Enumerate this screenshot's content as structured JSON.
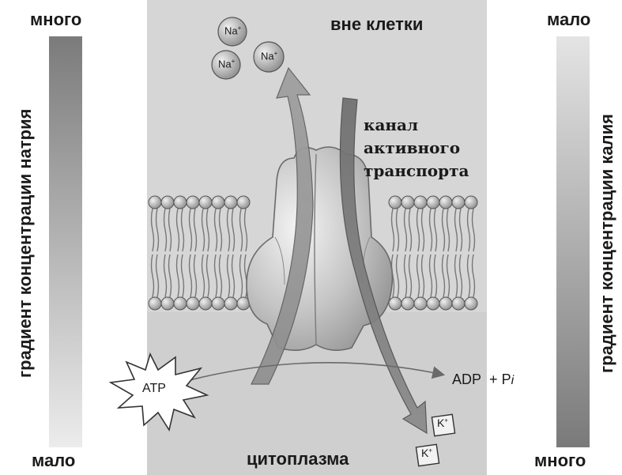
{
  "sodium_gradient": {
    "label": "градиент концентрации натрия",
    "top_label": "много",
    "bottom_label": "мало"
  },
  "potassium_gradient": {
    "label": "градиент концентрации калия",
    "top_label": "мало",
    "bottom_label": "много"
  },
  "regions": {
    "outside": "вне клетки",
    "cytoplasm": "цитоплазма"
  },
  "channel_label": {
    "line1": "канал",
    "line2": "активного",
    "line3": "транспорта"
  },
  "ions": {
    "sodium": "Na",
    "sodium_charge": "+",
    "potassium": "K",
    "potassium_charge": "+"
  },
  "energy": {
    "atp": "ATP",
    "adp": "ADP",
    "plus": "+",
    "phosphate": "P",
    "phosphate_sub": "i"
  },
  "colors": {
    "panel": "#d6d6d6",
    "gradient_dark": "#7d7d7d",
    "gradient_light": "#e8e8e8",
    "arrow": "#8a8a8a",
    "pump": "#c8c8c8"
  }
}
